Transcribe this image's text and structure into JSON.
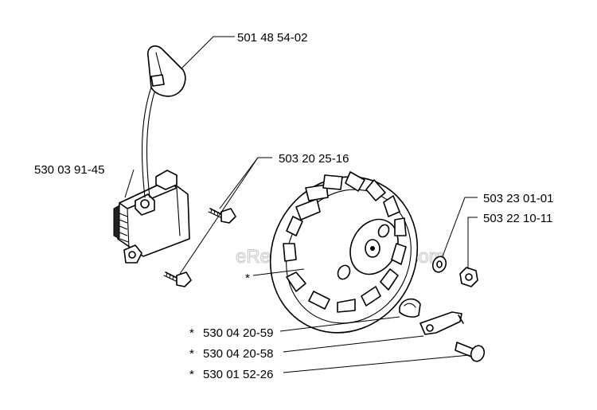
{
  "watermark": "eReplacementParts.com",
  "parts": {
    "spark_plug_cap": {
      "number": "501 48 54-02"
    },
    "ignition_module": {
      "number": "530 03 91-45"
    },
    "module_screw": {
      "number": "503 20 25-16"
    },
    "washer": {
      "number": "503 23 01-01"
    },
    "nut": {
      "number": "503 22 10-11"
    },
    "flywheel": {
      "marker": "*"
    },
    "spring": {
      "marker": "*",
      "number": "530 04 20-59"
    },
    "pawl": {
      "marker": "*",
      "number": "530 04 20-58"
    },
    "pivot_pin": {
      "marker": "*",
      "number": "530 01 52-26"
    }
  }
}
